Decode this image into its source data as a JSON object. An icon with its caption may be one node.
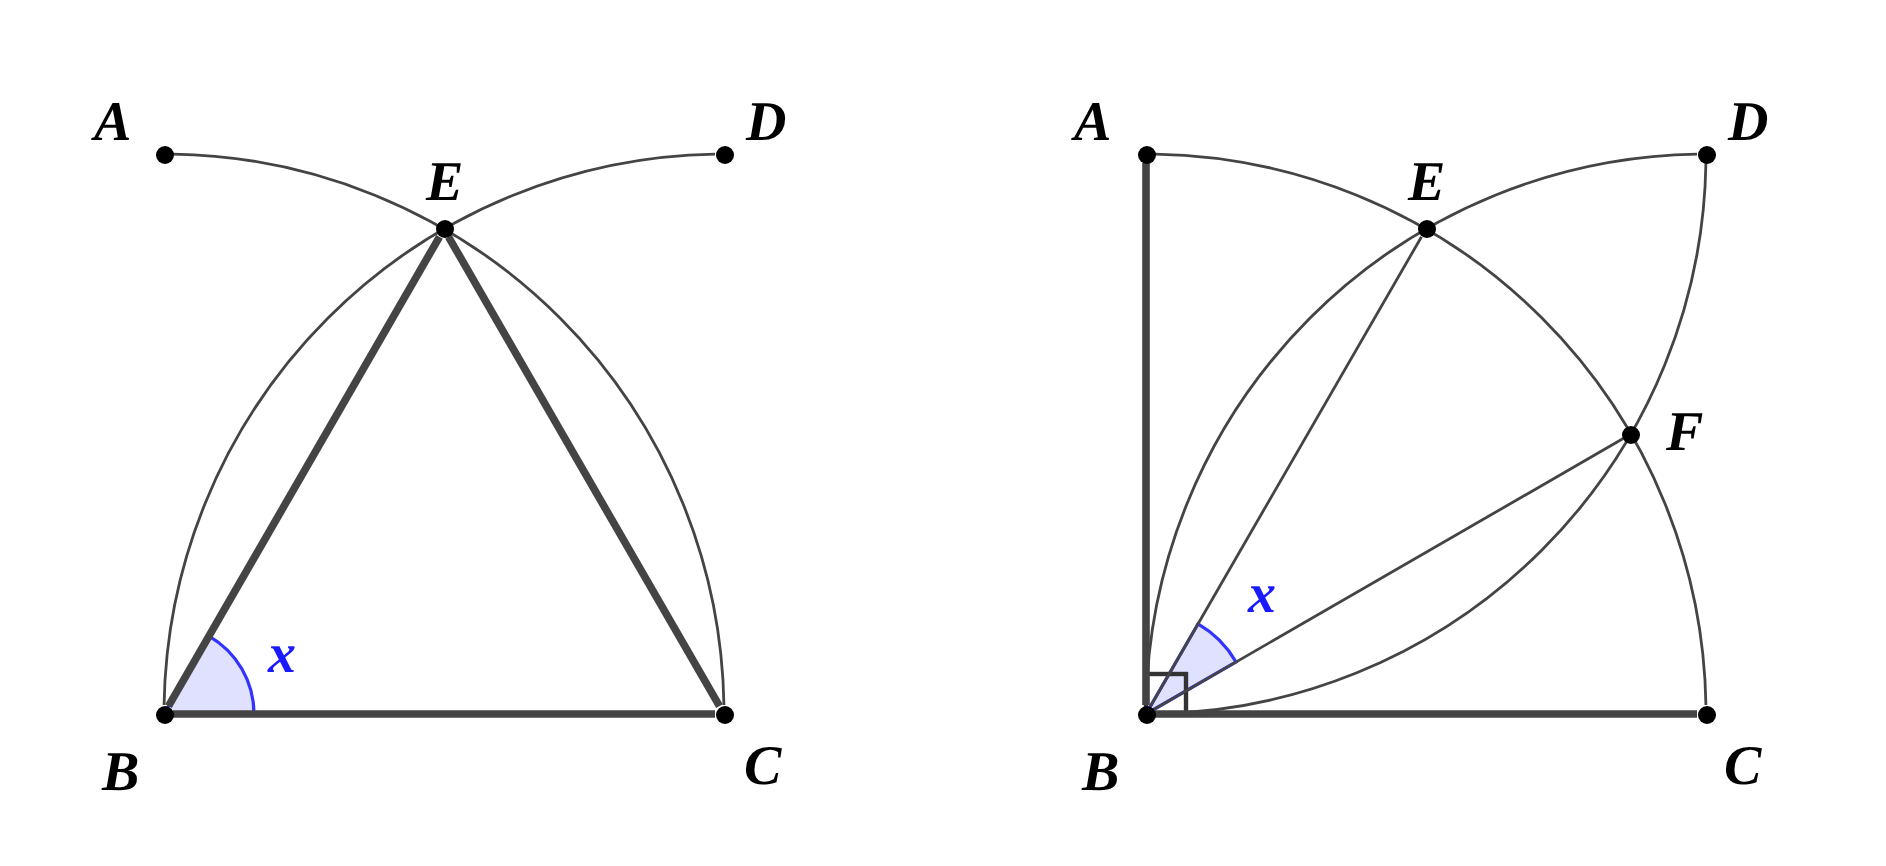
{
  "diagram": {
    "nodes": [
      {
        "text": [],
        "shape": "circle",
        "beside": [
          "A"
        ]
      },
      {
        "text": [],
        "shape": "circle",
        "beside": [
          "E"
        ]
      },
      {
        "text": [],
        "shape": "circle",
        "beside": [
          "D"
        ]
      },
      {
        "text": [],
        "shape": "circle",
        "beside": [
          "B"
        ]
      },
      {
        "text": [],
        "shape": "circle",
        "beside": [
          "C"
        ]
      },
      {
        "text": [],
        "shape": "circle",
        "beside": [
          "A"
        ]
      },
      {
        "text": [],
        "shape": "circle",
        "beside": [
          "E"
        ]
      },
      {
        "text": [],
        "shape": "circle",
        "beside": [
          "D"
        ]
      },
      {
        "text": [],
        "shape": "circle",
        "beside": [
          "F"
        ]
      },
      {
        "text": [],
        "shape": "circle",
        "beside": [
          "B"
        ]
      },
      {
        "text": [],
        "shape": "circle",
        "beside": [
          "C"
        ]
      }
    ],
    "edges": [
      {
        "from": 3,
        "to": 1,
        "arrow": "none",
        "style": "thick"
      },
      {
        "from": 1,
        "to": 4,
        "arrow": "none",
        "style": "thick"
      },
      {
        "from": 3,
        "to": 4,
        "arrow": "none",
        "style": "thick"
      },
      {
        "from": 0,
        "to": 4,
        "arrow": "none"
      },
      {
        "from": 3,
        "to": 2,
        "arrow": "none"
      },
      {
        "from": 9,
        "to": 5,
        "arrow": "none",
        "style": "thick"
      },
      {
        "from": 9,
        "to": 10,
        "arrow": "none",
        "style": "thick"
      },
      {
        "from": 9,
        "to": 6,
        "arrow": "none"
      },
      {
        "from": 9,
        "to": 8,
        "arrow": "none"
      },
      {
        "from": 5,
        "to": 10,
        "arrow": "none"
      },
      {
        "from": 9,
        "to": 7,
        "arrow": "none"
      },
      {
        "from": 9,
        "to": 7,
        "arrow": "none"
      }
    ],
    "labels": [
      "x",
      "x"
    ]
  }
}
